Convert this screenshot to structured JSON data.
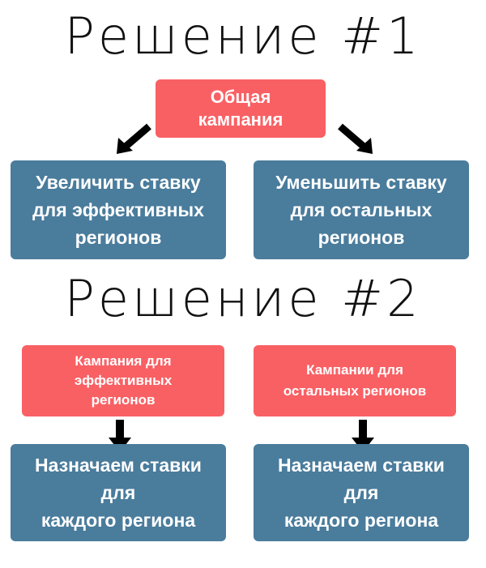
{
  "colors": {
    "red_box": "#f96064",
    "blue_box": "#4a7c9c",
    "text": "#ffffff",
    "heading": "#111111",
    "arrow": "#000000"
  },
  "solution1": {
    "title": "Решение #1",
    "general_campaign": [
      "Общая",
      "кампания"
    ],
    "increase_bid": [
      "Увеличить ставку",
      "для эффективных",
      "регионов"
    ],
    "decrease_bid": [
      "Уменьшить ставку",
      "для остальных",
      "регионов"
    ]
  },
  "solution2": {
    "title": "Решение #2",
    "campaign_effective": [
      "Кампания для",
      "эффективных",
      "регионов"
    ],
    "campaigns_other": [
      "Кампании для",
      "остальных регионов"
    ],
    "assign_left": [
      "Назначаем ставки",
      "для",
      "каждого региона"
    ],
    "assign_right": [
      "Назначаем ставки",
      "для",
      "каждого региона"
    ]
  },
  "icons": [
    "arrow-down-left-icon",
    "arrow-down-right-icon",
    "arrow-down-icon"
  ]
}
